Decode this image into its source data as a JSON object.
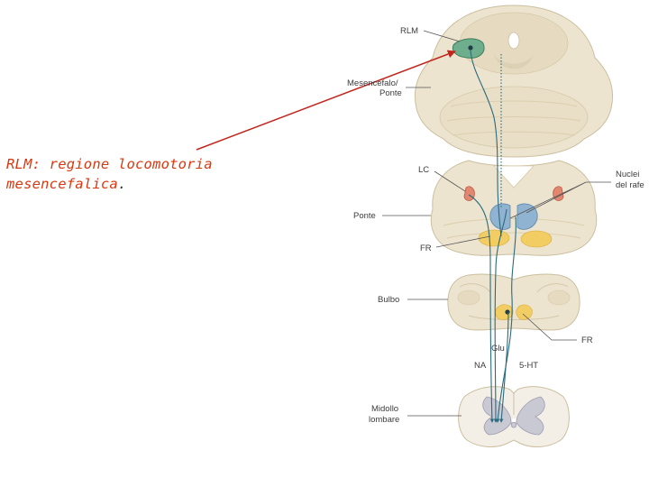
{
  "caption": {
    "line1": "RLM: regione locomotoria",
    "line2": "mesencefalica",
    "line2_end": "."
  },
  "labels": {
    "rlm": "RLM",
    "mesencefalo_1": "Mesencefalo/",
    "mesencefalo_2": "Ponte",
    "lc": "LC",
    "nuclei_1": "Nuclei",
    "nuclei_2": "del rafe",
    "ponte": "Ponte",
    "fr_pons": "FR",
    "bulbo": "Bulbo",
    "fr_bulbo": "FR",
    "glu": "Glu",
    "na": "NA",
    "ht": "5-HT",
    "midollo_1": "Midollo",
    "midollo_2": "lombare"
  },
  "colors": {
    "tissue": "#ede4cf",
    "tissue_dark": "#ddd1b5",
    "rlm_green": "#6fae8c",
    "raphe_blue": "#8fb3d1",
    "fr_yellow": "#f2cd63",
    "lc_red": "#e2866f",
    "tract": "#2a6a7e",
    "arrow": "#c0281e",
    "spinal_gray": "#c9c9d4"
  }
}
